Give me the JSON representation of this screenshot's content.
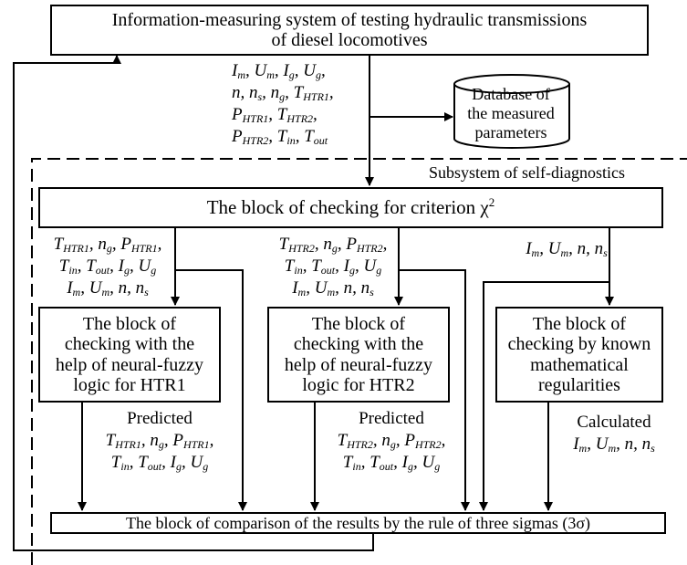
{
  "top_box": {
    "line1": "Information-measuring system of testing hydraulic transmissions",
    "line2": "of diesel locomotives"
  },
  "database": {
    "line1": "Database of",
    "line2": "the measured",
    "line3": "parameters"
  },
  "subsystem_label": "Subsystem of self-diagnostics",
  "chi_box": {
    "text": "The block of checking for criterion χ",
    "superscript": "2"
  },
  "htr1_box": [
    "The block of",
    "checking with the",
    "help of neural-fuzzy",
    "logic for HTR1"
  ],
  "htr2_box": [
    "The block of",
    "checking with the",
    "help of neural-fuzzy",
    "logic for HTR2"
  ],
  "math_box": [
    "The block of",
    "checking by known",
    "mathematical",
    "regularities"
  ],
  "comparison_box": "The block of comparison of the results by the rule of three sigmas (3σ)",
  "predicted_label": "Predicted",
  "calculated_label": "Calculated",
  "colors": {
    "line": "#000000",
    "background": "#ffffff"
  }
}
